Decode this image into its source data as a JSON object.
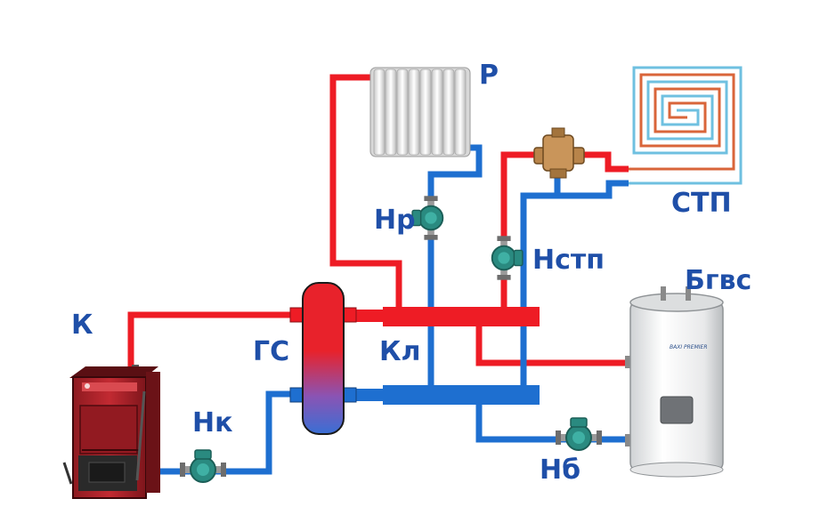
{
  "labels": {
    "radiator": "Р",
    "floor_heating": "СТП",
    "radiator_pump": "Нр",
    "floor_pump": "Нстп",
    "boiler_tank": "Бгвс",
    "boiler": "К",
    "hydro_separator": "ГС",
    "collector": "Кл",
    "boiler_pump": "Нк",
    "tank_pump": "Нб"
  },
  "colors": {
    "hot": "#ee1c25",
    "cold": "#1e6fd0",
    "label": "#1f4fa8",
    "floor_outer": "#6fc0e0",
    "floor_inner": "#d9653a",
    "pump_body": "#2f8f86",
    "boiler_body": "#b3222a",
    "tank_body": "#f2f2f0"
  },
  "tank_brand": "BAXI PREMIER"
}
